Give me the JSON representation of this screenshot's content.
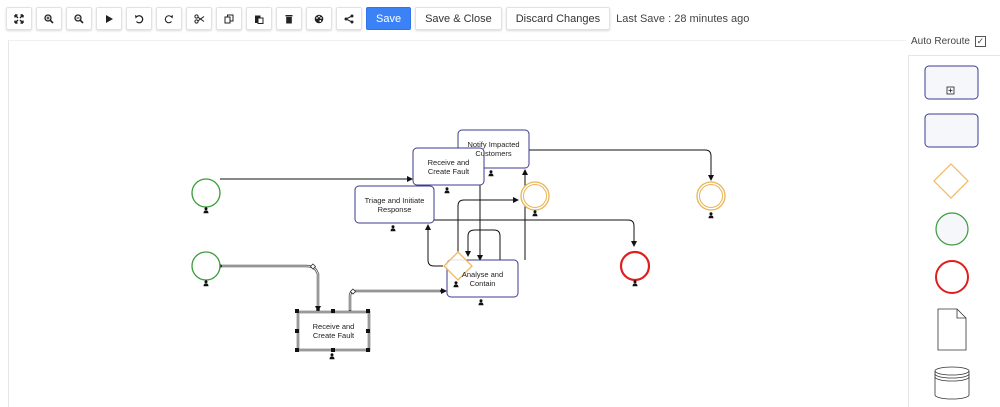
{
  "toolbar": {
    "buttons": [
      {
        "name": "fit-icon"
      },
      {
        "name": "zoom-in-icon"
      },
      {
        "name": "zoom-out-icon"
      },
      {
        "name": "play-icon"
      },
      {
        "name": "undo-icon"
      },
      {
        "name": "redo-icon"
      },
      {
        "name": "cut-icon"
      },
      {
        "name": "copy-icon"
      },
      {
        "name": "paste-icon"
      },
      {
        "name": "delete-icon"
      },
      {
        "name": "palette-icon"
      },
      {
        "name": "share-icon"
      }
    ],
    "save_label": "Save",
    "save_close_label": "Save & Close",
    "discard_label": "Discard Changes",
    "last_save": "Last Save : 28 minutes ago"
  },
  "auto_reroute": {
    "label": "Auto Reroute",
    "checked": true
  },
  "diagram": {
    "nodes": {
      "notify": "Notify Impacted Customers",
      "receive_top": "Receive and Create Fault",
      "triage": "Triage and Initiate Response",
      "analyse": "Analyse and Contain",
      "receive_bottom": "Receive and Create Fault"
    }
  },
  "colors": {
    "task_border": "#3b3b8f",
    "start_event": "#3a9a3a",
    "intermediate_event": "#e8b453",
    "end_event": "#e01e1e",
    "gateway": "#f0b860",
    "save_bg": "#3b82f6"
  }
}
